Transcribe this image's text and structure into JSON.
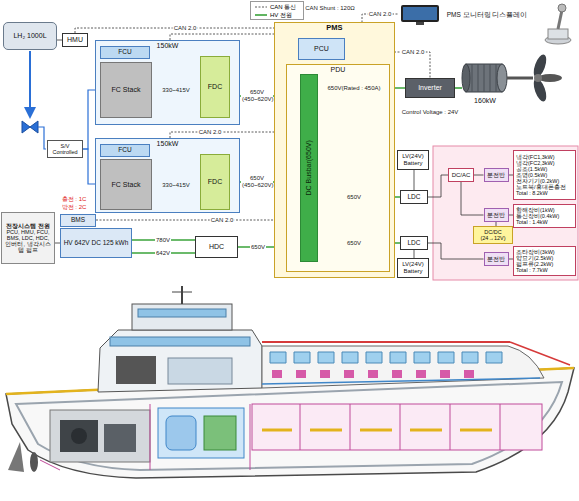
{
  "diagram": {
    "nodes": [
      {
        "text": [
          "LH₂ 1000L"
        ]
      },
      {
        "text": [
          "HMU"
        ]
      },
      {
        "text": [
          "S/V Controlled"
        ]
      },
      {
        "text": [
          "150kW"
        ]
      },
      {
        "text": [
          "FCU"
        ],
        "in": 3
      },
      {
        "text": [
          "FC Stack"
        ],
        "in": 3
      },
      {
        "text": [
          "FDC"
        ],
        "in": 3
      },
      {
        "text": [
          "150kW"
        ]
      },
      {
        "text": [
          "FCU"
        ],
        "in": 7
      },
      {
        "text": [
          "FC Stack"
        ],
        "in": 7
      },
      {
        "text": [
          "FDC"
        ],
        "in": 7
      },
      {
        "text": [
          "PMS"
        ]
      },
      {
        "text": [
          "PCU"
        ],
        "in": 11
      },
      {
        "text": [
          "PDU"
        ],
        "in": 11
      },
      {
        "text": [
          "DC Busbar(650V)"
        ],
        "in": 13
      },
      {
        "text": [
          "PMS 모니터링 디스플레이"
        ]
      },
      {
        "text": [
          "Inverter"
        ]
      },
      {
        "text": [
          "160kW"
        ]
      },
      {
        "text": [
          "BMS"
        ]
      },
      {
        "text": [
          "HV 642V DC 125 kWh"
        ]
      },
      {
        "text": [
          "전장시스템 전원",
          "PCU, HMU, FCU, BMS, LDC, HDC, 인버터, 냉각시스템 펌프"
        ]
      },
      {
        "text": [
          "HDC"
        ]
      },
      {
        "text": [
          "LV(24V) Battery"
        ]
      },
      {
        "text": [
          "LDC"
        ]
      },
      {
        "text": [
          "LDC"
        ]
      },
      {
        "text": [
          "LV(24V) Battery"
        ]
      },
      {
        "text": [
          "DC/AC"
        ]
      },
      {
        "text": [
          "분전반"
        ]
      },
      {
        "text": [
          "냉각(FC1,3kW)",
          "냉각(FC2,3kW)",
          "공조(1.5kW)",
          "조명(0.5kW)",
          "전자기기(0.2kW)",
          "노트북/휴대폰충전",
          "Total : 8.2kW"
        ]
      },
      {
        "text": [
          "분전반"
        ]
      },
      {
        "text": [
          "항해장비(1kW)",
          "통신장비(0.4kW)",
          "Total : 1.4kW"
        ]
      },
      {
        "text": [
          "DC/DC (24→12V)"
        ]
      },
      {
        "text": [
          "분전반"
        ]
      },
      {
        "text": [
          "조타장비(3kW)",
          "양묘기(2.5kW)",
          "펌프류(2.2kW)",
          "Total : 7.7kW"
        ]
      }
    ],
    "edges": [
      {
        "from": 0,
        "to": 1,
        "arrow": "none"
      },
      {
        "from": 2,
        "to": 5,
        "arrow": "none"
      },
      {
        "from": 2,
        "to": 9,
        "arrow": "none"
      },
      {
        "from": 1,
        "to": 12,
        "arrow": "none",
        "label": "CAN 2.0"
      },
      {
        "from": 3,
        "to": 12,
        "arrow": "none"
      },
      {
        "from": 7,
        "to": 12,
        "arrow": "none",
        "label": "CAN 2.0"
      },
      {
        "from": 18,
        "to": 12,
        "arrow": "none",
        "label": "CAN 2.0"
      },
      {
        "from": 5,
        "to": 6,
        "arrow": "none",
        "label": "330~415V"
      },
      {
        "from": 9,
        "to": 10,
        "arrow": "none",
        "label": "330~415V"
      },
      {
        "from": 6,
        "to": 14,
        "arrow": "none",
        "label": "650V (450~620V)"
      },
      {
        "from": 10,
        "to": 14,
        "arrow": "none",
        "label": "650V (450~620V)"
      },
      {
        "from": 12,
        "to": 15,
        "arrow": "none",
        "label": "CAN 2.0"
      },
      {
        "from": 12,
        "to": 16,
        "arrow": "none",
        "label": "CAN 2.0"
      },
      {
        "from": 14,
        "to": 16,
        "arrow": "none",
        "label": "650V(Rated : 450A)"
      },
      {
        "from": 16,
        "to": 17,
        "arrow": "none"
      },
      {
        "from": 19,
        "to": 21,
        "arrow": "none",
        "label": "780V"
      },
      {
        "from": 19,
        "to": 21,
        "arrow": "none",
        "label": "642V"
      },
      {
        "from": 21,
        "to": 14,
        "arrow": "none",
        "label": "650V"
      },
      {
        "from": 19,
        "to": 20,
        "arrow": "none"
      },
      {
        "from": 14,
        "to": 23,
        "arrow": "none",
        "label": "650V"
      },
      {
        "from": 14,
        "to": 24,
        "arrow": "none",
        "label": "650V"
      },
      {
        "from": 22,
        "to": 23,
        "arrow": "none"
      },
      {
        "from": 25,
        "to": 24,
        "arrow": "none"
      },
      {
        "from": 23,
        "to": 26,
        "arrow": "none"
      },
      {
        "from": 26,
        "to": 27,
        "arrow": "none"
      },
      {
        "from": 26,
        "to": 29,
        "arrow": "none"
      },
      {
        "from": 24,
        "to": 32,
        "arrow": "none"
      },
      {
        "from": 27,
        "to": 28,
        "arrow": "none"
      },
      {
        "from": 29,
        "to": 30,
        "arrow": "none"
      },
      {
        "from": 29,
        "to": 31,
        "arrow": "none"
      },
      {
        "from": 32,
        "to": 33,
        "arrow": "none"
      }
    ],
    "labels": [
      "CAN Shunt : 120Ω",
      "충전 : 1C",
      "방전 : 2C",
      "Control Voltage : 24V"
    ],
    "legend": [
      {
        "text": "CAN 통신"
      },
      {
        "text": "HV 전원"
      }
    ]
  }
}
